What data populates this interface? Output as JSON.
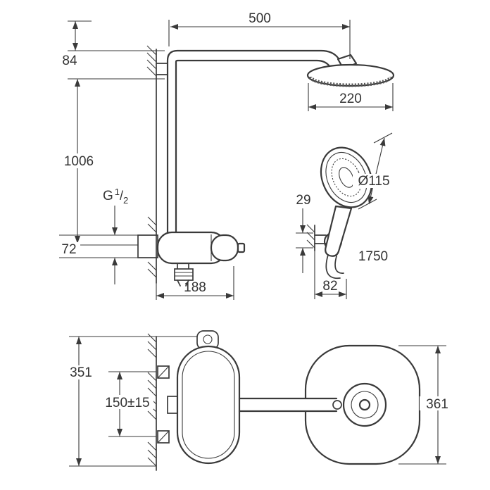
{
  "side": {
    "dims": {
      "arm_length": "500",
      "arm_offset": "84",
      "head_diameter": "220",
      "riser_height": "1006",
      "thread": {
        "prefix": "G",
        "num": "1",
        "sep": "/",
        "den": "2"
      },
      "supply_size": "72",
      "holder_depth": "29",
      "hand_shower_diameter": "Ø115",
      "hose_length": "1750",
      "holder_offset": "82",
      "valve_width": "188"
    }
  },
  "plan": {
    "dims": {
      "valve_height": "351",
      "mount_spacing": "150±15",
      "head_width": "361"
    }
  },
  "colors": {
    "line": "#3a3a3a",
    "background": "#ffffff"
  }
}
